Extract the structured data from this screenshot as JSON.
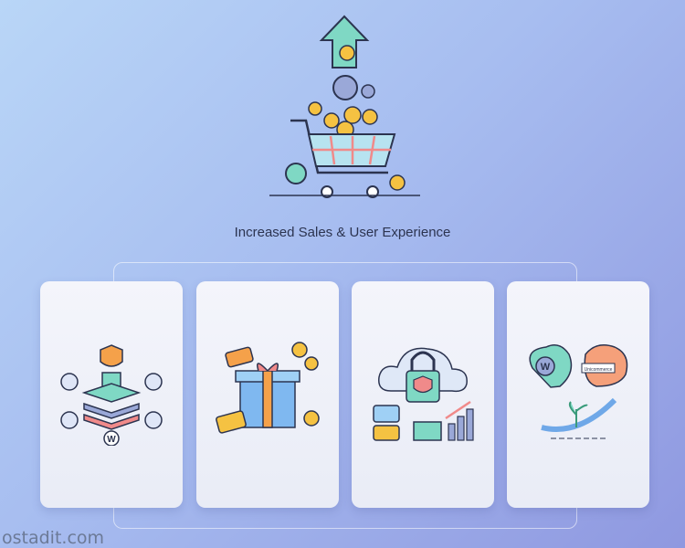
{
  "title": "Increased Sales & User Experience",
  "card4": {
    "label": "Unicommerce"
  },
  "watermark": "ostadit.com",
  "icons": {
    "hero": "shopping-cart-growth-icon",
    "card1": "security-platform-icon",
    "card2": "gift-discount-icon",
    "card3": "cloud-security-icon",
    "card4": "brain-growth-icon"
  }
}
